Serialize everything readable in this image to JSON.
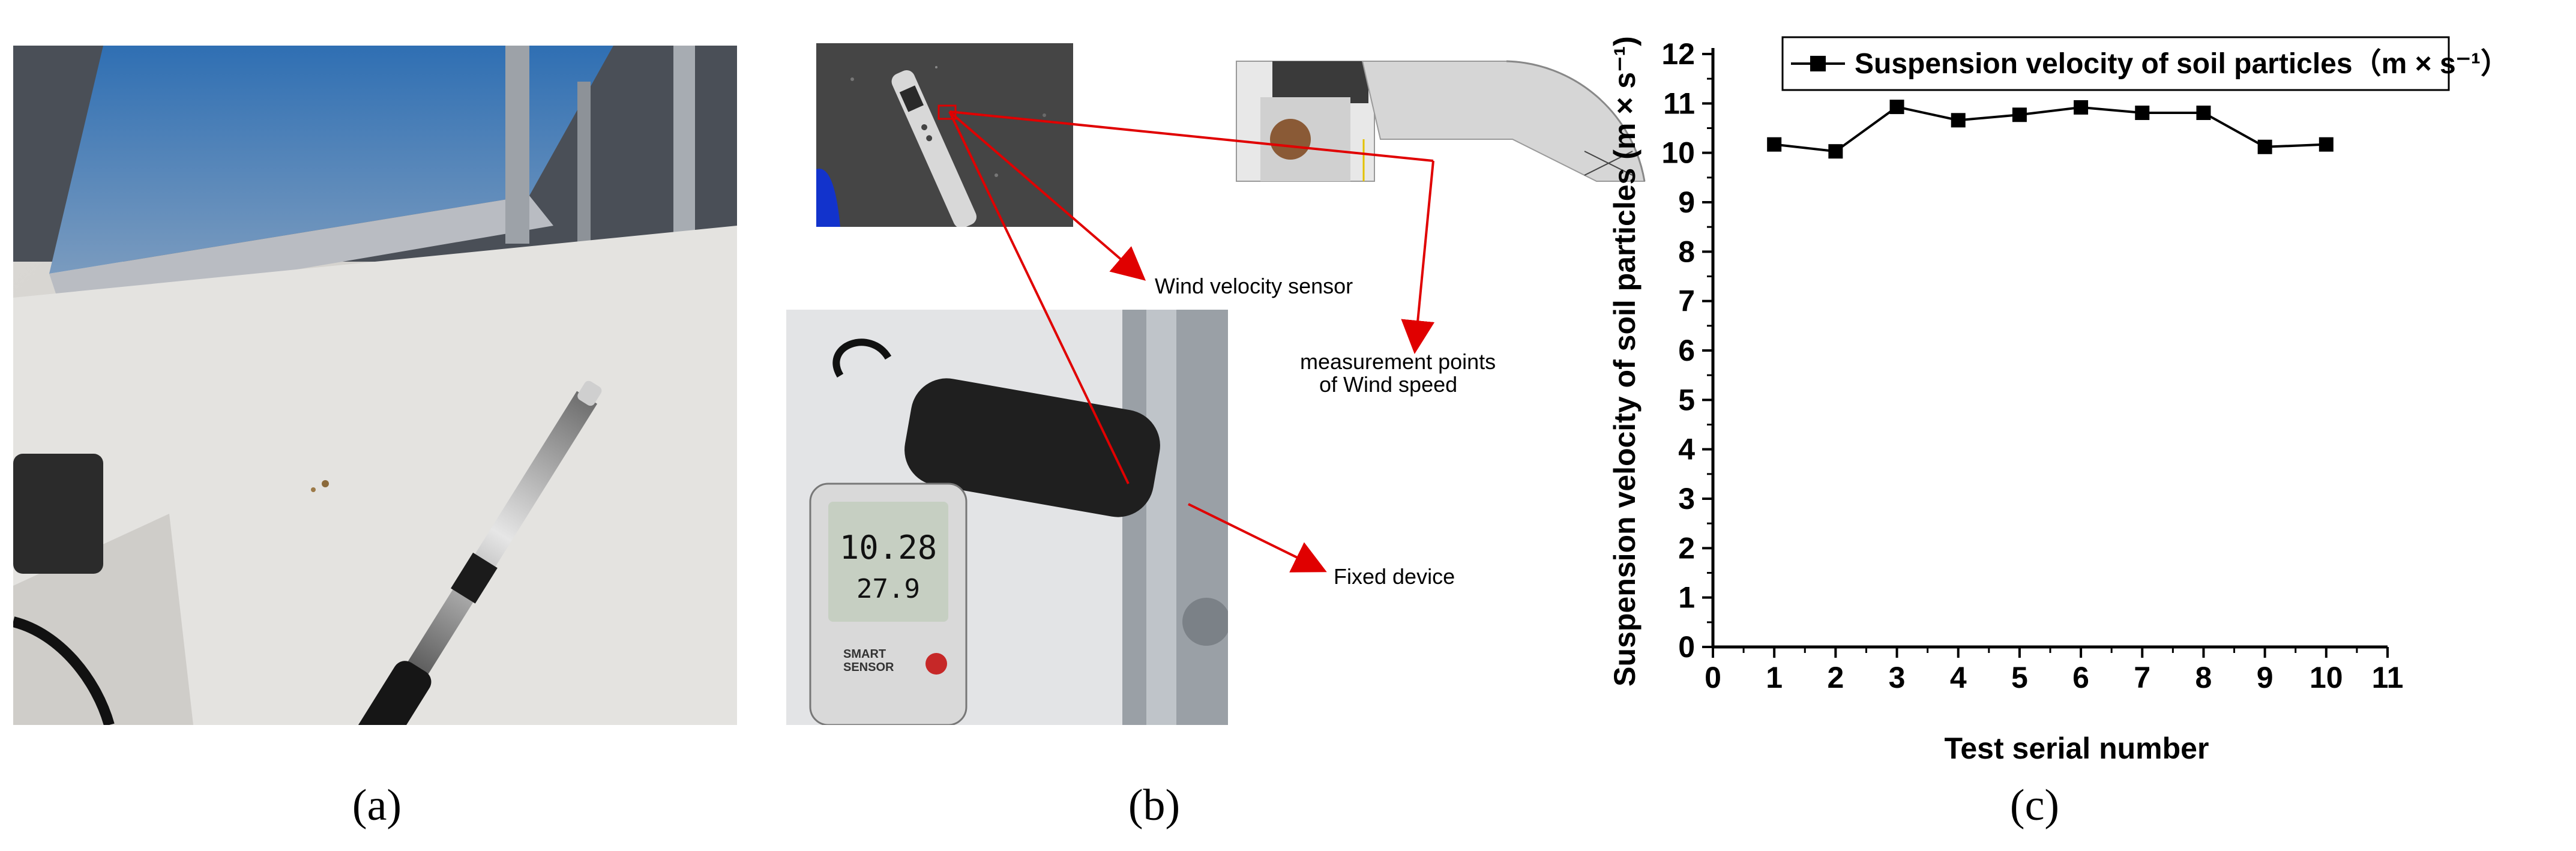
{
  "panels": {
    "a": {
      "label": "(a)"
    },
    "b": {
      "label": "(b)",
      "callouts": {
        "wind_sensor": "Wind velocity sensor",
        "measurement_line1": "measurement points",
        "measurement_line2": "of Wind speed",
        "fixed_device": "Fixed device"
      },
      "meter": {
        "reading_main": "10.28",
        "reading_sub": "27.9",
        "brand_line1": "SMART",
        "brand_line2": "SENSOR"
      }
    },
    "c": {
      "label": "(c)"
    }
  },
  "colors": {
    "annotation_arrow": "#e00000",
    "series": "#000000"
  },
  "chart_data": {
    "type": "line",
    "xlabel": "Test serial number",
    "ylabel": "Suspension velocity of soil particles (m × s⁻¹)",
    "legend": {
      "entry": "Suspension velocity of soil particles（m × s⁻¹）",
      "position": "top-right"
    },
    "xlim": [
      0,
      11
    ],
    "ylim": [
      0,
      12
    ],
    "xticks": [
      "0",
      "1",
      "2",
      "3",
      "4",
      "5",
      "6",
      "7",
      "8",
      "9",
      "10",
      "11"
    ],
    "yticks": [
      "0",
      "1",
      "2",
      "3",
      "4",
      "5",
      "6",
      "7",
      "8",
      "9",
      "10",
      "11",
      "12"
    ],
    "grid": false,
    "marker": "square",
    "series": [
      {
        "name": "Suspension velocity of soil particles（m × s⁻¹）",
        "x": [
          1,
          2,
          3,
          4,
          5,
          6,
          7,
          8,
          9,
          10
        ],
        "y": [
          10.17,
          10.03,
          10.93,
          10.66,
          10.77,
          10.92,
          10.81,
          10.81,
          10.12,
          10.17
        ]
      }
    ]
  }
}
